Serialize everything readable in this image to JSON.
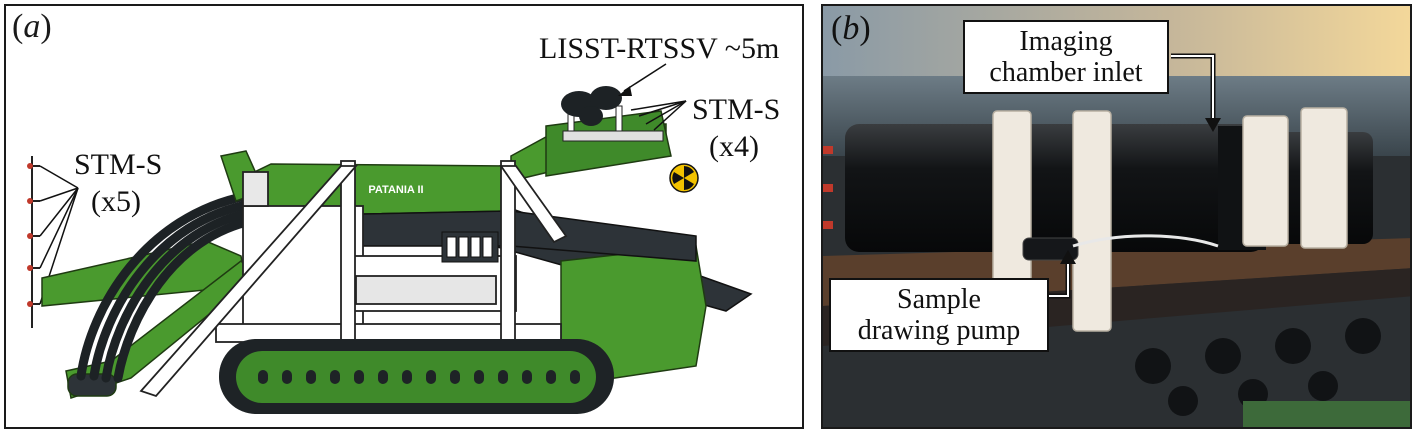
{
  "panel_a": {
    "letter_open": "(",
    "letter": "a",
    "letter_close": ")",
    "vehicle_name": "PATANIA II",
    "label_lisst": "LISST-RTSSV ~5m",
    "label_stm_right": "STM-S",
    "label_stm_right_count": "(x4)",
    "label_stm_left": "STM-S",
    "label_stm_left_count": "(x5)"
  },
  "panel_b": {
    "letter_open": "(",
    "letter": "b",
    "letter_close": ")",
    "callout_top_line1": "Imaging",
    "callout_top_line2": "chamber inlet",
    "callout_bottom_line1": "Sample",
    "callout_bottom_line2": "drawing pump"
  },
  "colors": {
    "vehicle_green": "#4a9a2e",
    "vehicle_dark": "#2d3338",
    "track_green": "#3f8a2a",
    "vehicle_white": "#ffffff"
  }
}
